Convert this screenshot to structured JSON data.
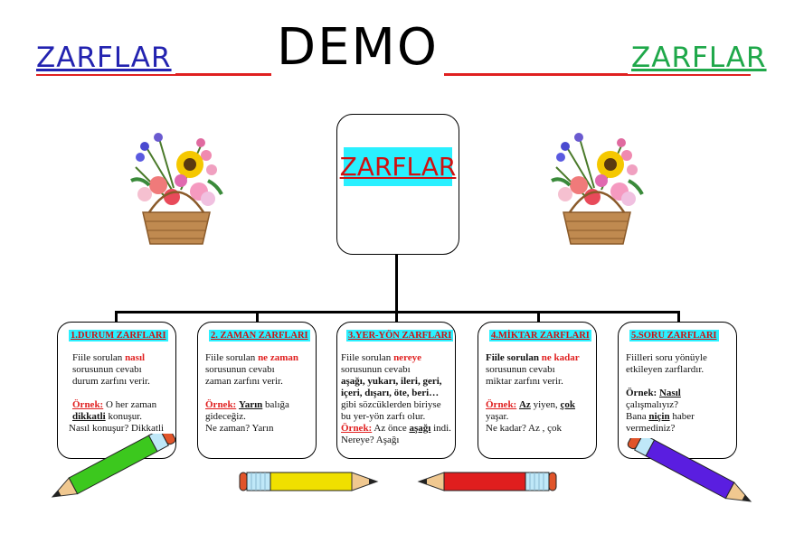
{
  "header": {
    "left_title": "ZARFLAR",
    "center_title": "DEMO",
    "right_title": "ZARFLAR"
  },
  "center": {
    "label": "ZARFLAR"
  },
  "cards": [
    {
      "title": "1.DURUM ZARFLARI",
      "l1a": "Fiile sorulan ",
      "l1b": "nasıl",
      "l2": "sorusunun cevabı",
      "l3": "durum zarfını verir.",
      "l4a": "Örnek:",
      "l4b": " O her zaman",
      "l5a": "dikkatli",
      "l5b": " konuşur.",
      "l6": "Nasıl konuşur? Dikkatli"
    },
    {
      "title": "2. ZAMAN ZARFLARI",
      "l1a": "Fiile sorulan ",
      "l1b": "ne zaman",
      "l2": "sorusunun cevabı",
      "l3": "zaman zarfını verir.",
      "l4a": "Örnek:",
      "l4b": " ",
      "l4c": "Yarın",
      "l4d": " balığa",
      "l5": "gideceğiz.",
      "l6": "Ne zaman? Yarın"
    },
    {
      "title": "3.YER-YÖN ZARFLARI",
      "l1a": "Fiile sorulan ",
      "l1b": "nereye",
      "l2": "sorusunun cevabı",
      "l3": "aşağı, yukarı, ileri, geri,",
      "l4": "içeri, dışarı, öte, beri…",
      "l5": " gibi sözcüklerden biriyse",
      "l6": "bu yer-yön zarfı olur.",
      "l7a": "Örnek:",
      "l7b": " Az önce ",
      "l7c": "aşağı",
      "l7d": " indi.",
      "l8": " Nereye? Aşağı"
    },
    {
      "title": "4.MİKTAR ZARFLARI",
      "l1a": "Fiile sorulan ",
      "l1b": "ne kadar",
      "l2": "sorusunun cevabı",
      "l3": " miktar zarfını verir.",
      "l4a": "Örnek:",
      "l4b": " ",
      "l4c": "Az",
      "l4d": " yiyen, ",
      "l4e": "çok",
      "l5": "yaşar.",
      "l6": "Ne kadar? Az , çok"
    },
    {
      "title": "5.SORU ZARFLARI",
      "l1": "Fiilleri soru yönüyle",
      "l2": "etkileyen zarflardır.",
      "l3a": "Örnek:",
      "l3b": "  ",
      "l3c": "Nasıl",
      "l4": "çalışmalıyız?",
      "l5a": "Bana ",
      "l5b": "niçin",
      "l5c": " haber",
      "l6": "vermediniz?"
    }
  ],
  "colors": {
    "cyan_highlight": "#2af0ff",
    "red_text": "#e02020",
    "blue_title": "#2323b0",
    "green_title": "#1fa84a",
    "pencil_colors": [
      "#3cc81e",
      "#f0e000",
      "#e01e1e",
      "#5a1ee0"
    ]
  },
  "icons": [
    "flower-basket-icon",
    "pencil-icon"
  ]
}
